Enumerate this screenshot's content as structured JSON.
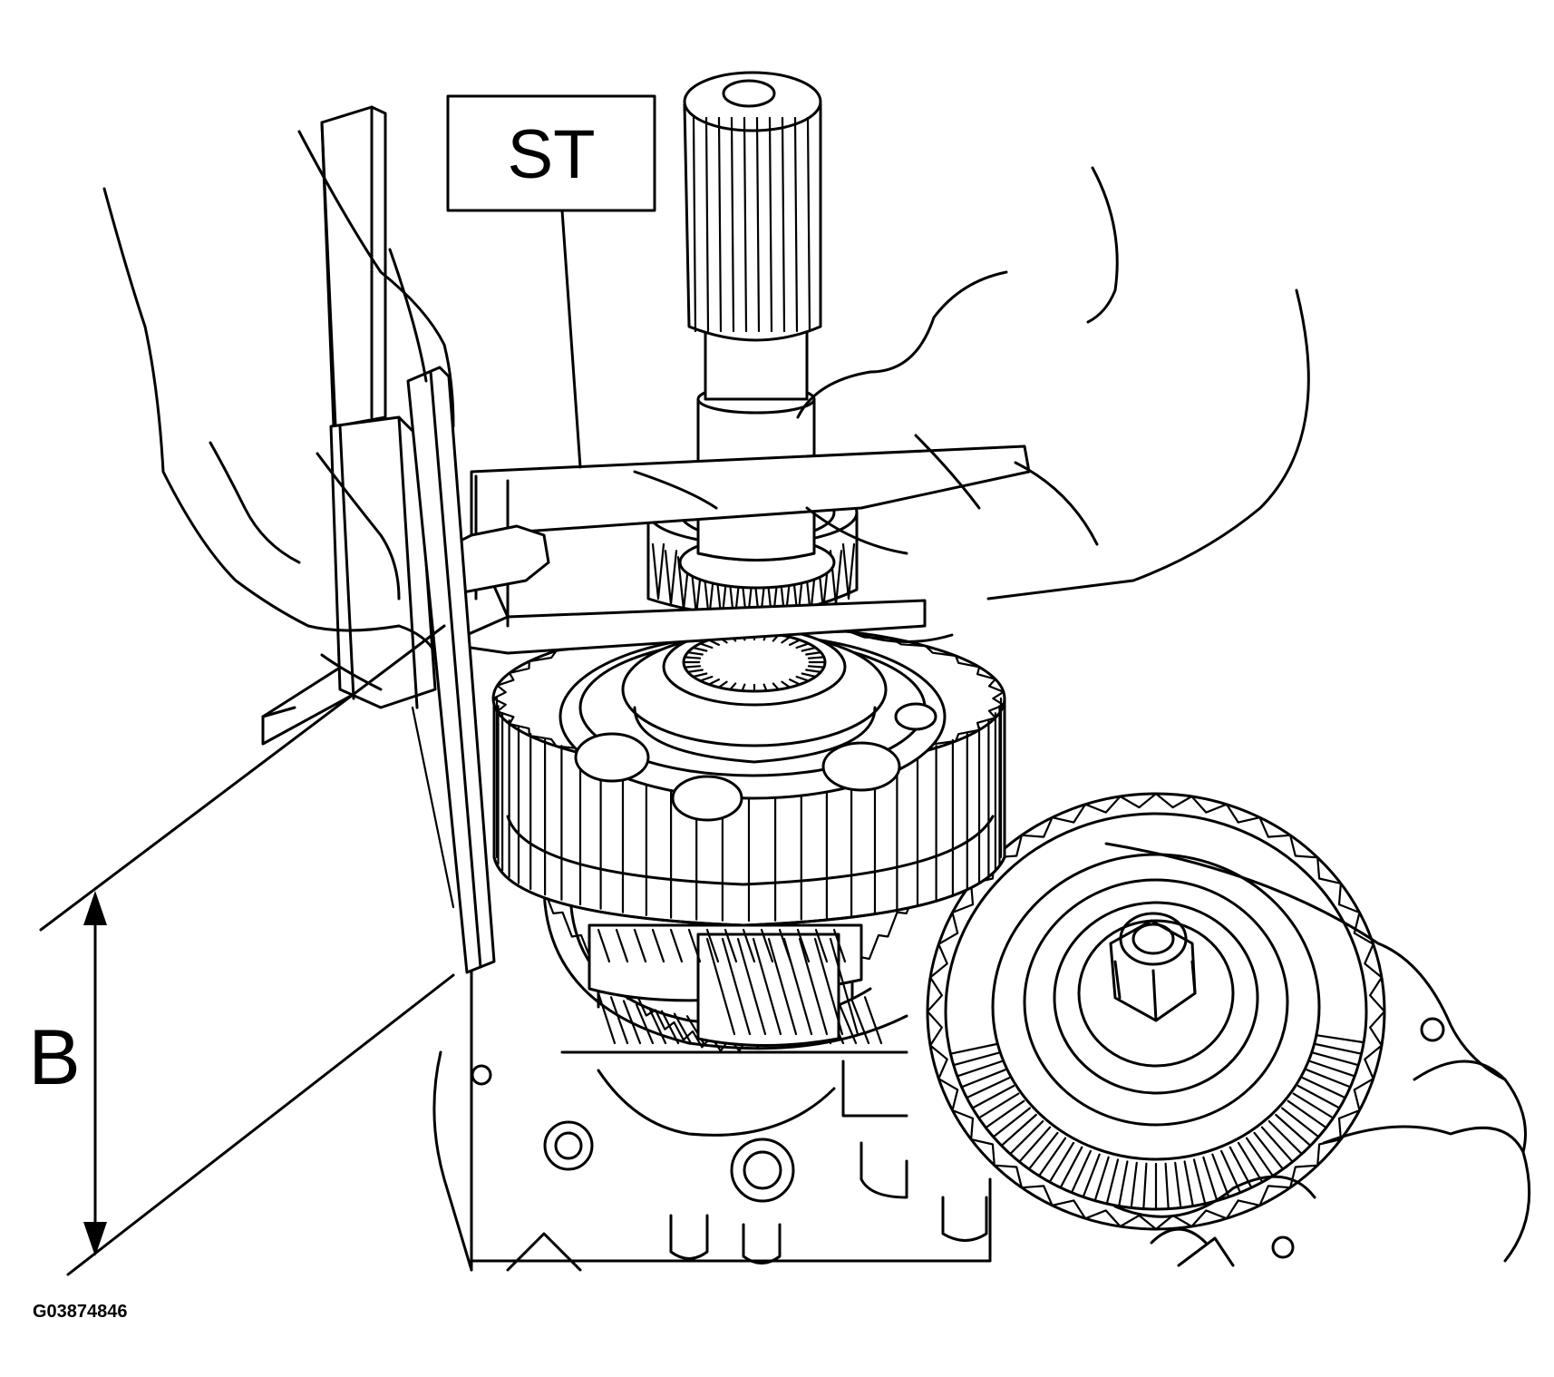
{
  "callouts": {
    "special_tool": "ST",
    "dimension": "B"
  },
  "figure_id": "G03874846"
}
